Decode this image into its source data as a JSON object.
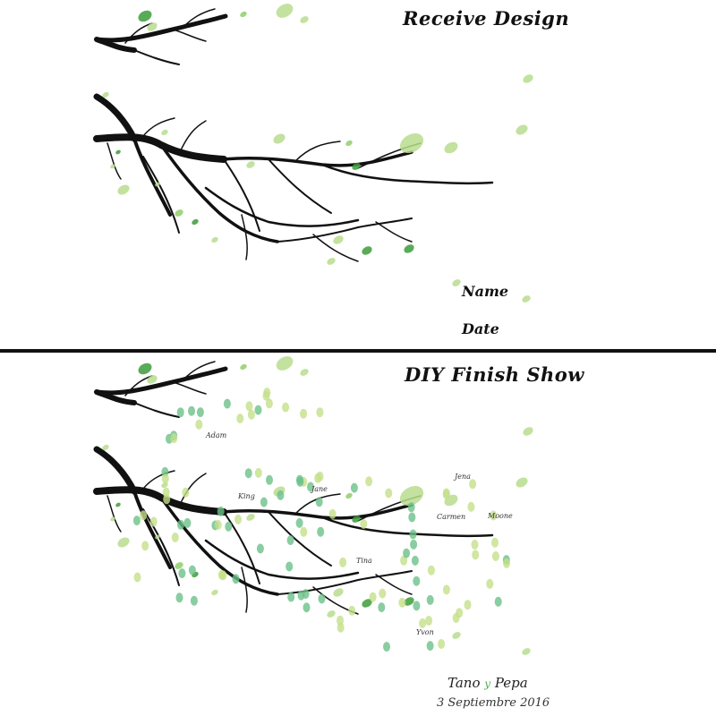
{
  "headings": {
    "top": "Receive Design",
    "bottom": "DIY Finish Show"
  },
  "fields": {
    "name": "Name",
    "date": "Date"
  },
  "signatures": [
    "Adam",
    "King",
    "Jane",
    "Jena",
    "Carmen",
    "Moone",
    "Tina",
    "Yvon"
  ],
  "couple": {
    "name1": "Tano",
    "joiner": "y",
    "name2": "Pepa",
    "date": "3 Septiembre 2016"
  },
  "colors": {
    "branch": "#111111",
    "leaf_light": "#b9dc8e",
    "leaf_mid": "#8fcf6a",
    "leaf_dark": "#3c9c3a",
    "fingerprint_green": "#6cc18a",
    "fingerprint_lime": "#c4e08a",
    "joiner": "#4caf50",
    "divider": "#111111"
  }
}
